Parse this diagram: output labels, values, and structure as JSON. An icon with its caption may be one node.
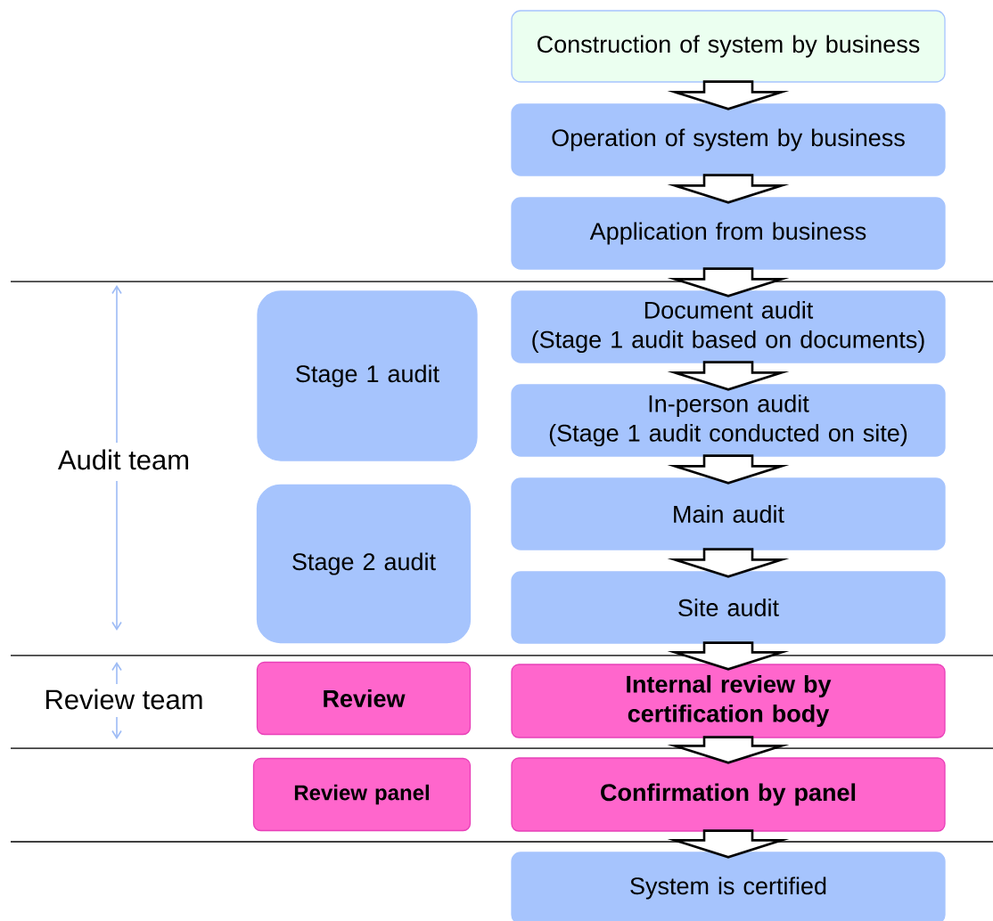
{
  "diagram": {
    "nodes": [
      {
        "text": [
          "Construction of system by business"
        ]
      },
      {
        "text": [
          "Operation of system by business"
        ]
      },
      {
        "text": [
          "Application from business"
        ]
      },
      {
        "text": [
          "Stage 1 audit"
        ]
      },
      {
        "text": [
          "Document audit",
          "(Stage 1 audit based on documents)"
        ]
      },
      {
        "text": [
          "In-person audit",
          "(Stage 1 audit conducted on site)"
        ]
      },
      {
        "text": [
          "Stage 2 audit"
        ]
      },
      {
        "text": [
          "Main audit"
        ]
      },
      {
        "text": [
          "Site audit"
        ]
      },
      {
        "text": [
          "Review"
        ]
      },
      {
        "text": [
          "Internal review by certification body"
        ]
      },
      {
        "text": [
          "Review panel"
        ]
      },
      {
        "text": [
          "Confirmation by panel"
        ]
      },
      {
        "text": [
          "System is certified"
        ]
      }
    ],
    "edges": [
      {
        "from": 0,
        "to": 1,
        "arrow": "to"
      },
      {
        "from": 1,
        "to": 2,
        "arrow": "to"
      },
      {
        "from": 2,
        "to": 4,
        "arrow": "to"
      },
      {
        "from": 4,
        "to": 5,
        "arrow": "to"
      },
      {
        "from": 5,
        "to": 7,
        "arrow": "to"
      },
      {
        "from": 7,
        "to": 8,
        "arrow": "to"
      },
      {
        "from": 8,
        "to": 10,
        "arrow": "to"
      },
      {
        "from": 10,
        "to": 12,
        "arrow": "to"
      },
      {
        "from": 12,
        "to": 13,
        "arrow": "to"
      }
    ],
    "labels": [
      "Audit team",
      "Review team"
    ]
  }
}
